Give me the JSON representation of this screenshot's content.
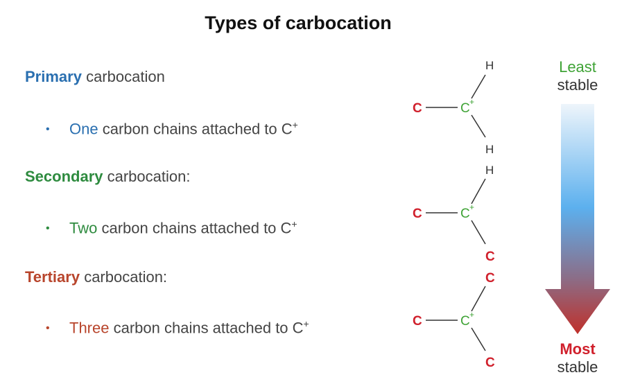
{
  "title": "Types of carbocation",
  "colors": {
    "primary": "#2a6fb0",
    "secondary": "#2e8b3f",
    "tertiary": "#b8452c",
    "atom_c": "#d0202c",
    "cation": "#3fa336",
    "arrow_top": "#eef5fb",
    "arrow_mid": "#5cb0ee",
    "arrow_bottom": "#c0302a"
  },
  "rows": [
    {
      "keyword": "Primary",
      "rest": " carbocation",
      "bullet_keyword": "One",
      "bullet_rest": " carbon chains attached to C",
      "sup": "+"
    },
    {
      "keyword": "Secondary",
      "rest": " carbocation:",
      "bullet_keyword": "Two",
      "bullet_rest": " carbon chains attached to C",
      "sup": "+"
    },
    {
      "keyword": "Tertiary",
      "rest": " carbocation:",
      "bullet_keyword": "Three",
      "bullet_rest": " carbon chains attached to C",
      "sup": "+"
    }
  ],
  "bullet_symbol": "•",
  "structures": [
    {
      "left": "C",
      "center": "C",
      "charge": "+",
      "upper": "H",
      "lower": "H"
    },
    {
      "left": "C",
      "center": "C",
      "charge": "+",
      "upper": "H",
      "lower": "C"
    },
    {
      "left": "C",
      "center": "C",
      "charge": "+",
      "upper": "C",
      "lower": "C"
    }
  ],
  "stability": {
    "top_keyword": "Least",
    "top_word": "stable",
    "bottom_keyword": "Most",
    "bottom_word": "stable"
  }
}
